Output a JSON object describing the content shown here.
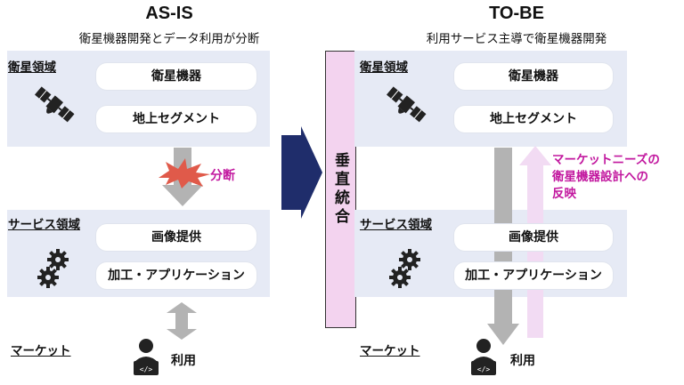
{
  "as_is": {
    "title": "AS-IS",
    "subtitle": "衛星機器開発とデータ利用が分断",
    "satellite_region_label": "衛星領域",
    "satellite_items": [
      "衛星機器",
      "地上セグメント"
    ],
    "split_label": "分断",
    "service_region_label": "サービス領域",
    "service_items": [
      "画像提供",
      "加工・アプリケーション"
    ],
    "market_label": "マーケット",
    "usage_label": "利用"
  },
  "transition": {
    "label": "垂直統合"
  },
  "to_be": {
    "title": "TO-BE",
    "subtitle": "利用サービス主導で衛星機器開発",
    "satellite_region_label": "衛星領域",
    "satellite_items": [
      "衛星機器",
      "地上セグメント"
    ],
    "feedback_lines": [
      "マーケットニーズの",
      "衛星機器設計への",
      "反映"
    ],
    "service_region_label": "サービス領域",
    "service_items": [
      "画像提供",
      "加工・アプリケーション"
    ],
    "market_label": "マーケット",
    "usage_label": "利用"
  },
  "colors": {
    "band": "#e6eaf5",
    "accent_magenta": "#c2189f",
    "integration_box": "#f3d3ef",
    "transition_arrow": "#1f2d6b",
    "gray_arrow": "#b3b3b3"
  },
  "icons": [
    "satellite-icon",
    "gears-icon",
    "split-burst-icon",
    "user-laptop-icon"
  ]
}
